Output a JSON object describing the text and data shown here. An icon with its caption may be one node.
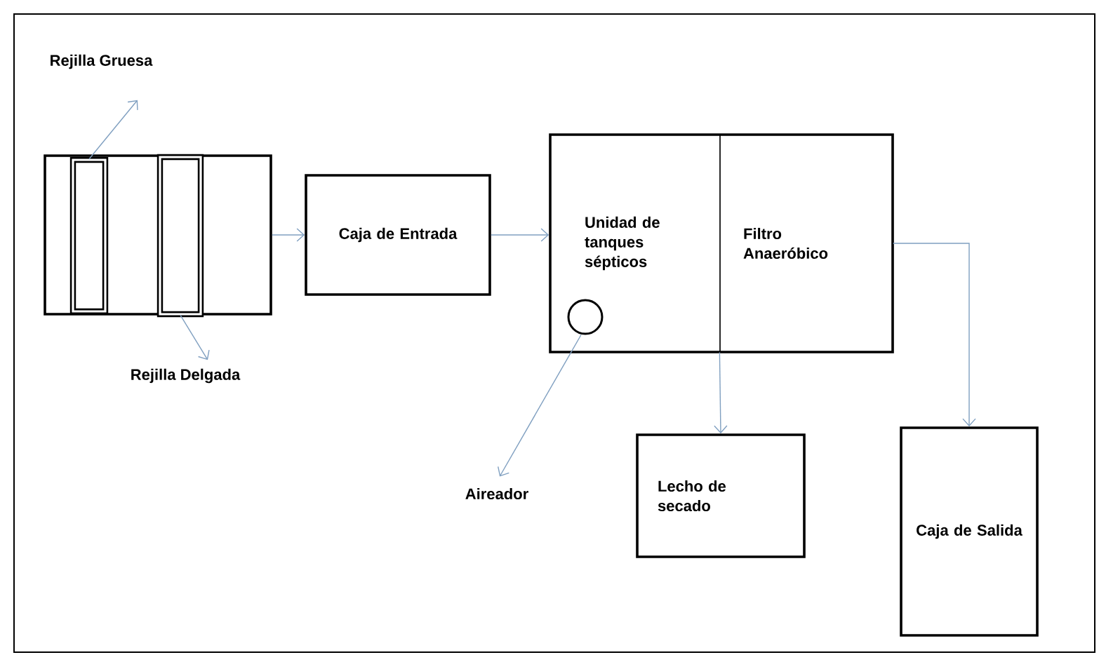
{
  "diagram": {
    "nodes": [
      {
        "text": [],
        "shape": "box"
      },
      {
        "text": [],
        "shape": "bar",
        "in": 0
      },
      {
        "text": [],
        "shape": "bar",
        "in": 0
      },
      {
        "text": [
          "Rejilla Gruesa"
        ]
      },
      {
        "text": [
          "Rejilla Delgada"
        ]
      },
      {
        "text": [
          "Caja de Entrada"
        ]
      },
      {
        "text": [],
        "shape": "box"
      },
      {
        "text": [
          "Unidad de tanques sépticos"
        ],
        "in": 6
      },
      {
        "text": [
          "Filtro Anaeróbico"
        ],
        "in": 6
      },
      {
        "text": [],
        "shape": "circle",
        "in": 7
      },
      {
        "text": [
          "Aireador"
        ]
      },
      {
        "text": [
          "Lecho de secado"
        ]
      },
      {
        "text": [
          "Caja de Salida"
        ]
      }
    ],
    "edges": [
      {
        "from": 1,
        "to": 3,
        "arrow": "to"
      },
      {
        "from": 2,
        "to": 4,
        "arrow": "to"
      },
      {
        "from": 0,
        "to": 5,
        "arrow": "to"
      },
      {
        "from": 5,
        "to": 6,
        "arrow": "to"
      },
      {
        "from": 9,
        "to": 10,
        "arrow": "to"
      },
      {
        "from": 8,
        "to": 11,
        "arrow": "to"
      },
      {
        "from": 8,
        "to": 12,
        "arrow": "to"
      }
    ]
  }
}
